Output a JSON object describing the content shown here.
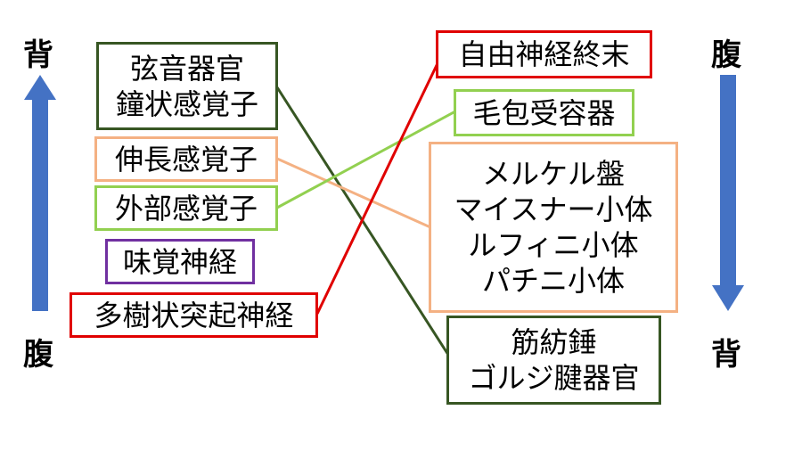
{
  "left_axis": {
    "top_label": "背",
    "bottom_label": "腹"
  },
  "right_axis": {
    "top_label": "腹",
    "bottom_label": "背"
  },
  "left_boxes": [
    {
      "lines": [
        "弦音器官",
        "鐘状感覚子"
      ],
      "color": "#375623"
    },
    {
      "lines": [
        "伸長感覚子"
      ],
      "color": "#F4B183"
    },
    {
      "lines": [
        "外部感覚子"
      ],
      "color": "#92D050"
    },
    {
      "lines": [
        "味覚神経"
      ],
      "color": "#7030A0"
    },
    {
      "lines": [
        "多樹状突起神経"
      ],
      "color": "#E00000"
    }
  ],
  "right_boxes": [
    {
      "lines": [
        "自由神経終末"
      ],
      "color": "#E00000"
    },
    {
      "lines": [
        "毛包受容器"
      ],
      "color": "#92D050"
    },
    {
      "lines": [
        "メルケル盤",
        "マイスナー小体",
        "ルフィニ小体",
        "パチニ小体"
      ],
      "color": "#F4B183"
    },
    {
      "lines": [
        "筋紡錘",
        "ゴルジ腱器官"
      ],
      "color": "#375623"
    }
  ],
  "colors": {
    "arrow": "#4472C4"
  }
}
